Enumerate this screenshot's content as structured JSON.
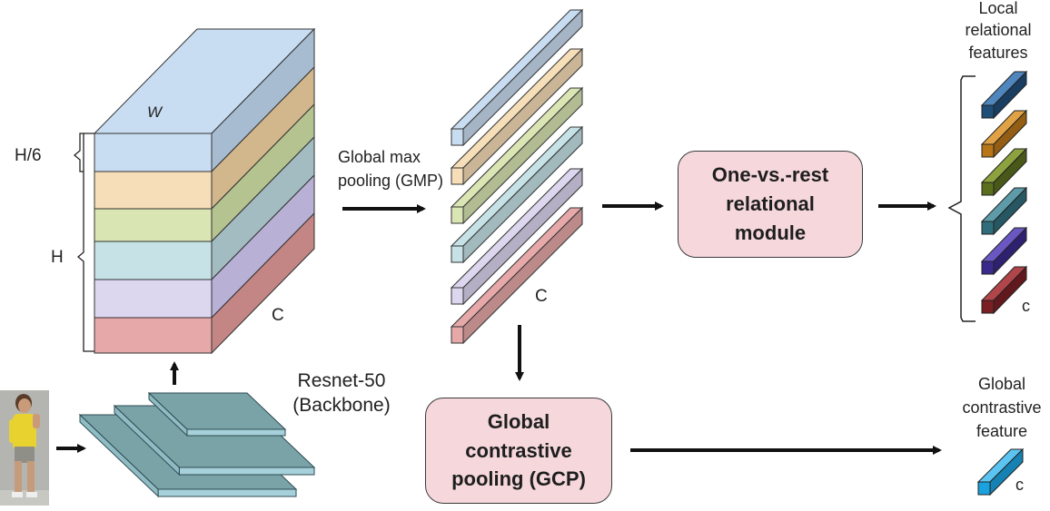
{
  "labels": {
    "h6": "H/6",
    "h": "H",
    "c_tensor": "C",
    "w_mark": "W",
    "gmp": "Global max\npooling (GMP)",
    "c_stripes": "C",
    "backbone": "Resnet-50\n(Backbone)",
    "local_title": "Local\nrelational\nfeatures",
    "c_local": "c",
    "global_title": "Global\ncontrastive\nfeature",
    "c_global": "c"
  },
  "modules": {
    "ovr": "One-vs.-rest\nrelational\nmodule",
    "gcp": "Global\ncontrastive\npooling (GCP)"
  },
  "colors": {
    "stripes": [
      "#c9ddf2",
      "#f6deb8",
      "#d9e5b3",
      "#c6e2e6",
      "#dcd6ef",
      "#e6a8a8"
    ],
    "stripe_sides": [
      "#a7bcd0",
      "#d2b78c",
      "#b4c38f",
      "#a3bcc2",
      "#b8b0d5",
      "#c48585"
    ],
    "tensor_top": "#c9ddf2",
    "tensor_side_top": "#9fb3c8",
    "local_fronts": [
      "#1f4e79",
      "#b87518",
      "#5a6e1e",
      "#2f6d7b",
      "#3a2a8c",
      "#7a1f24"
    ],
    "local_tops": [
      "#4f86bd",
      "#e0a245",
      "#8ca23e",
      "#5d9ba8",
      "#6b57c2",
      "#b0454a"
    ],
    "global_cube": "#1aa2e0",
    "backbone": "#7aa3a8",
    "module_fill": "#f6d8dc"
  }
}
